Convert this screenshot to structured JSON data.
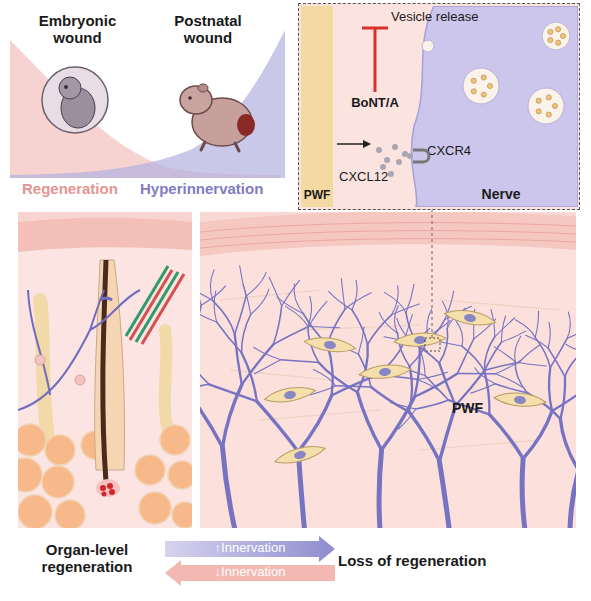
{
  "diagram": {
    "nodes": [
      {
        "text": [
          "Vesicle release",
          "BoNT/A",
          "CXCL12",
          "CXCR4"
        ]
      },
      {
        "text": [
          "PWF"
        ],
        "in": 0
      },
      {
        "text": [
          "Nerve"
        ],
        "in": 0
      },
      {
        "text": [
          "↑Innervation"
        ]
      },
      {
        "text": [
          "↓Innervation"
        ]
      }
    ],
    "labels": [
      "Embryonic wound",
      "Postnatal wound",
      "Regeneration",
      "Hyperinnervation",
      "PWF",
      "Organ-level regeneration",
      "Loss of regeneration"
    ]
  }
}
